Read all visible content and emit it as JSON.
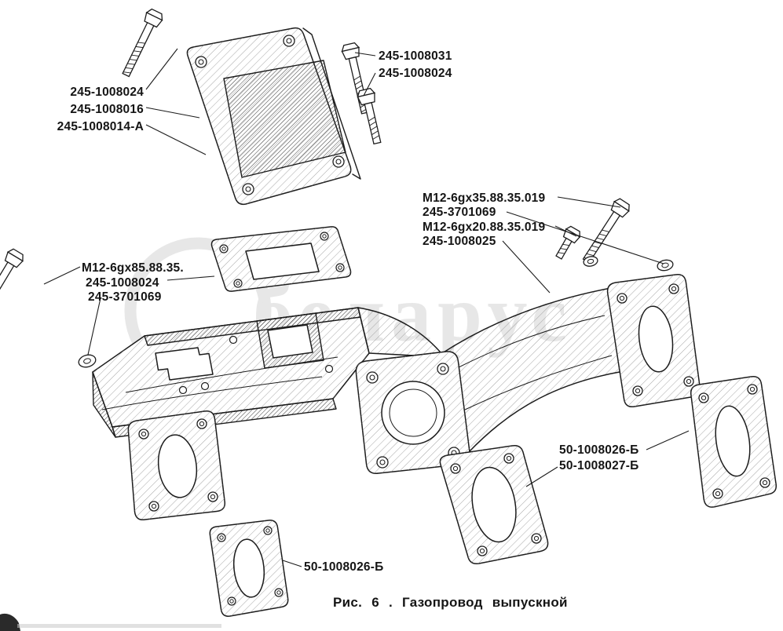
{
  "figure": {
    "caption": "Рис. 6 . Газопровод выпускной",
    "watermark": "беларус"
  },
  "colors": {
    "ink": "#1c1c1c",
    "paper": "#ffffff"
  },
  "labels": {
    "bracket_stack_1": "245-1008024",
    "bracket_stack_2": "245-1008016",
    "bracket_stack_3": "245-1008014-А",
    "top_bolt_1": "245-1008031",
    "top_bolt_2": "245-1008024",
    "right_stack_1": "М12-6gх35.88.35.019",
    "right_stack_2": "245-3701069",
    "right_stack_3": "М12-6gх20.88.35.019",
    "right_stack_4": "245-1008025",
    "left_stack_1": "М12-6gх85.88.35.",
    "left_stack_2": "245-1008024",
    "left_stack_3": "245-3701069",
    "gasket_right_1": "50-1008026-Б",
    "gasket_right_2": "50-1008027-Б",
    "gasket_bottom_1": "50-1008026-Б"
  }
}
